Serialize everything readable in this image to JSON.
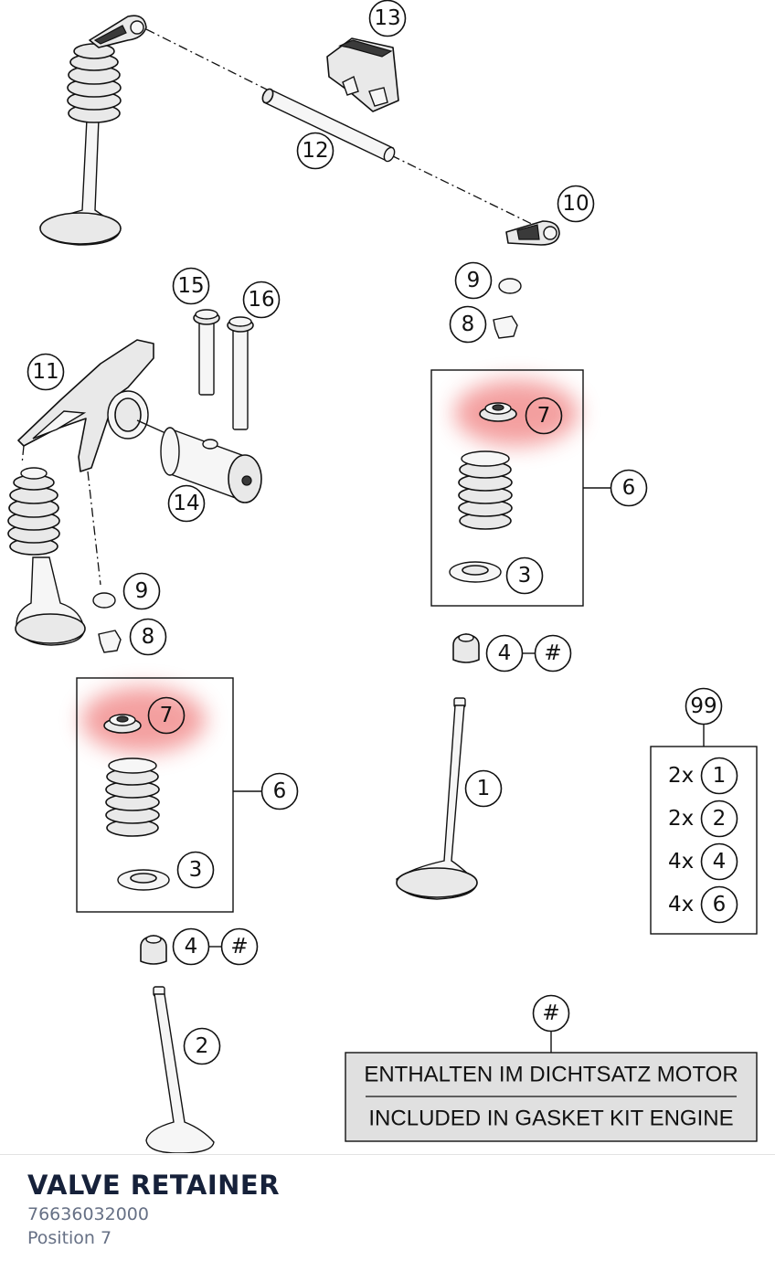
{
  "diagram": {
    "highlighted_position": "7",
    "highlight_color": "#f08080",
    "callouts": {
      "c13": "13",
      "c12": "12",
      "c10": "10",
      "c15": "15",
      "c16": "16",
      "c11": "11",
      "c14": "14",
      "c9a": "9",
      "c8a": "8",
      "c7a": "7",
      "c6a": "6",
      "c3a": "3",
      "c4a": "4",
      "c_hash_a": "#",
      "c9b": "9",
      "c8b": "8",
      "c7b": "7",
      "c6b": "6",
      "c3b": "3",
      "c4b": "4",
      "c_hash_b": "#",
      "c1": "1",
      "c2": "2",
      "c99": "99",
      "c_hash_kit": "#"
    },
    "kit_99": [
      {
        "qty": "2x",
        "ref": "1"
      },
      {
        "qty": "2x",
        "ref": "2"
      },
      {
        "qty": "4x",
        "ref": "4"
      },
      {
        "qty": "4x",
        "ref": "6"
      }
    ],
    "gasket_note": {
      "line1": "ENTHALTEN IM DICHTSATZ MOTOR",
      "line2": "INCLUDED IN GASKET KIT ENGINE"
    }
  },
  "part": {
    "name": "VALVE RETAINER",
    "number": "76636032000",
    "position": "Position 7"
  }
}
